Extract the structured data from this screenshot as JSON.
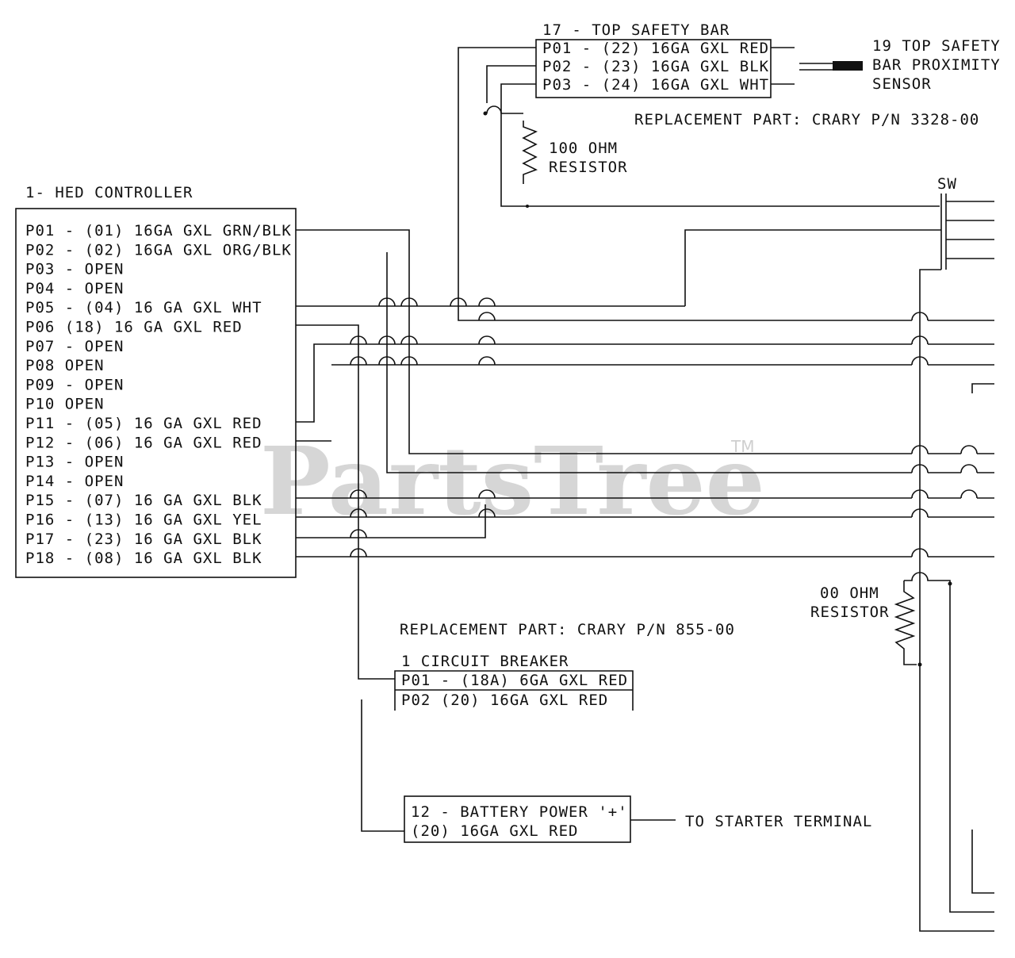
{
  "watermark": {
    "text": "PartsTree",
    "tm": "TM"
  },
  "hed_controller": {
    "title": "1- HED CONTROLLER",
    "pins": [
      "P01 - (01) 16GA GXL GRN/BLK",
      "P02 - (02) 16GA GXL ORG/BLK",
      "P03 - OPEN",
      "P04 - OPEN",
      "P05 - (04) 16 GA GXL WHT",
      "P06   (18) 16 GA GXL RED",
      "P07 - OPEN",
      "P08   OPEN",
      "P09 - OPEN",
      "P10   OPEN",
      "P11 - (05) 16 GA GXL RED",
      "P12 - (06) 16 GA GXL RED",
      "P13 - OPEN",
      "P14 - OPEN",
      "P15 - (07) 16 GA GXL BLK",
      "P16 - (13) 16 GA GXL YEL",
      "P17 - (23) 16 GA GXL BLK",
      "P18 - (08) 16 GA GXL BLK"
    ]
  },
  "top_safety_bar": {
    "title": "17 - TOP SAFETY BAR",
    "pins": [
      "P01 - (22) 16GA GXL RED",
      "P02 - (23) 16GA GXL BLK",
      "P03 - (24) 16GA GXL WHT"
    ]
  },
  "proximity_sensor": {
    "line1": "19 TOP SAFETY",
    "line2": "BAR PROXIMITY",
    "line3": "SENSOR"
  },
  "replacement_part_1": "REPLACEMENT PART: CRARY P/N 3328-00",
  "resistor_100": {
    "line1": "100 OHM",
    "line2": "RESISTOR"
  },
  "switch_label": "SW",
  "resistor_2": {
    "line1": "00 OHM",
    "line2": "RESISTOR"
  },
  "replacement_part_2": "REPLACEMENT PART: CRARY P/N  855-00",
  "circuit_breaker": {
    "title": "1   CIRCUIT BREAKER",
    "pins": [
      "P01 - (18A)  6GA GXL RED",
      "P02   (20) 16GA GXL RED"
    ]
  },
  "battery_power": {
    "line1": "12 - BATTERY POWER '+'",
    "line2": "(20) 16GA GXL RED"
  },
  "starter_terminal": "TO STARTER TERMINAL"
}
